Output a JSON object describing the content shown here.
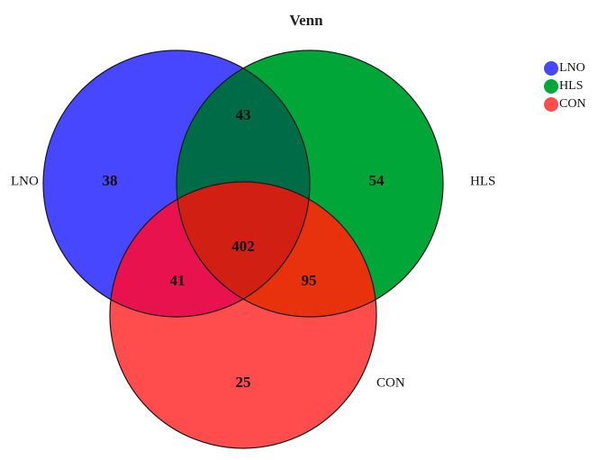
{
  "chart_data": {
    "type": "venn",
    "title": "Venn",
    "sets": [
      {
        "name": "LNO",
        "color": "#4747ff"
      },
      {
        "name": "HLS",
        "color": "#00a637"
      },
      {
        "name": "CON",
        "color": "#ff4d4d"
      }
    ],
    "intersection_colors": {
      "LNO&HLS": "#006b47",
      "LNO&CON": "#e8124f",
      "HLS&CON": "#e8320d",
      "LNO&HLS&CON": "#d12013"
    },
    "regions": [
      {
        "sets": [
          "LNO"
        ],
        "value": 38
      },
      {
        "sets": [
          "HLS"
        ],
        "value": 54
      },
      {
        "sets": [
          "CON"
        ],
        "value": 25
      },
      {
        "sets": [
          "LNO",
          "HLS"
        ],
        "value": 43
      },
      {
        "sets": [
          "LNO",
          "CON"
        ],
        "value": 41
      },
      {
        "sets": [
          "HLS",
          "CON"
        ],
        "value": 95
      },
      {
        "sets": [
          "LNO",
          "HLS",
          "CON"
        ],
        "value": 402
      }
    ],
    "legend": {
      "position": "top-right",
      "labels": [
        "LNO",
        "HLS",
        "CON"
      ]
    }
  }
}
